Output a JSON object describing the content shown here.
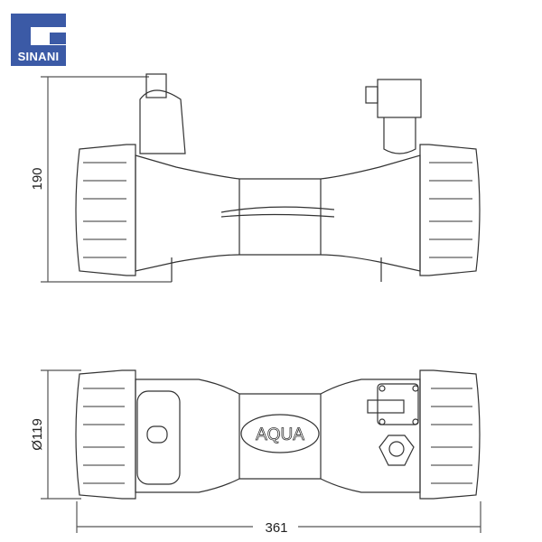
{
  "logo": {
    "text": "SINANI",
    "color": "#3b5aa6"
  },
  "dimensions": {
    "height_top": "190",
    "diameter": "Ø119",
    "length": "361"
  },
  "product_label": "AQUA"
}
